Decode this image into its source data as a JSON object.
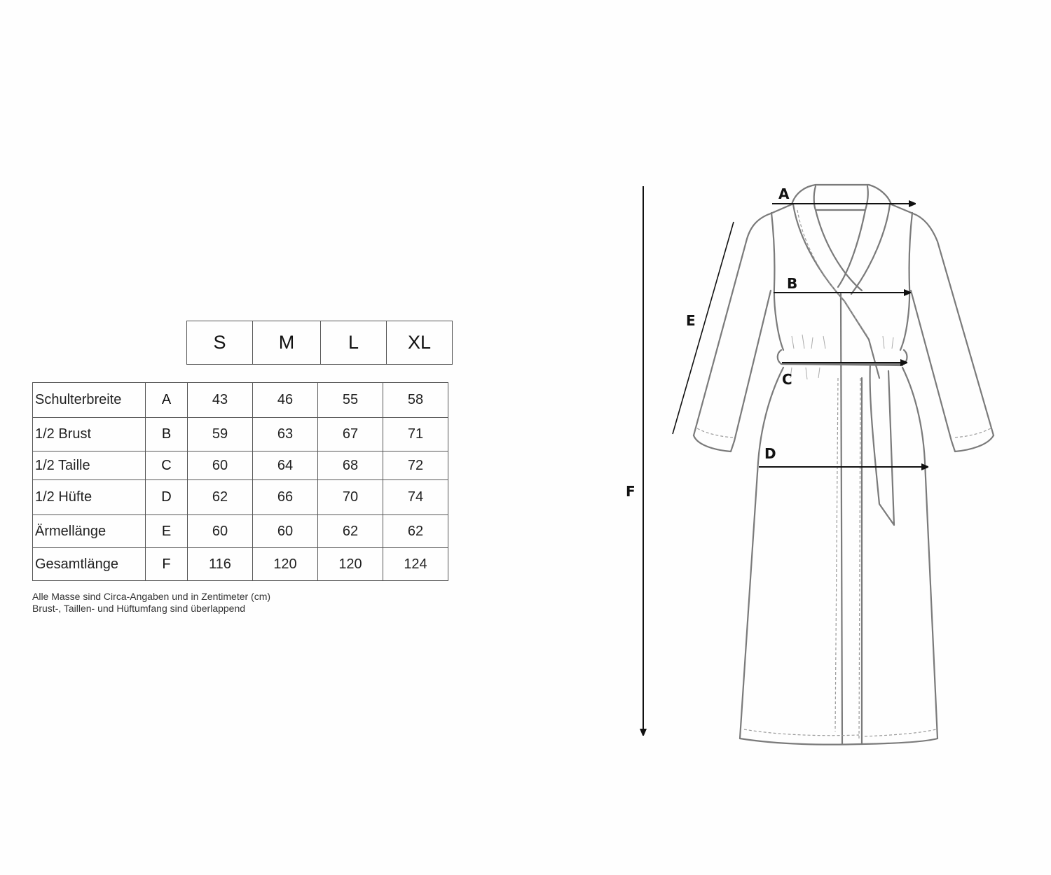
{
  "size_header": [
    "S",
    "M",
    "L",
    "XL"
  ],
  "measurements": [
    {
      "label": "Schulterbreite",
      "code": "A",
      "values": [
        "43",
        "46",
        "55",
        "58"
      ]
    },
    {
      "label": "1/2 Brust",
      "code": "B",
      "values": [
        "59",
        "63",
        "67",
        "71"
      ]
    },
    {
      "label": "1/2 Taille",
      "code": "C",
      "values": [
        "60",
        "64",
        "68",
        "72"
      ]
    },
    {
      "label": "1/2 Hüfte",
      "code": "D",
      "values": [
        "62",
        "66",
        "70",
        "74"
      ]
    },
    {
      "label": "Ärmellänge",
      "code": "E",
      "values": [
        "60",
        "60",
        "62",
        "62"
      ]
    },
    {
      "label": "Gesamtlänge",
      "code": "F",
      "values": [
        "116",
        "120",
        "120",
        "124"
      ]
    }
  ],
  "notes": [
    "Alle Masse sind Circa-Angaben und in Zentimeter (cm)",
    "Brust-, Taillen- und Hüftumfang sind überlappend"
  ],
  "diagram": {
    "subject": "bathrobe-with-belt",
    "labels": {
      "A": "A",
      "B": "B",
      "C": "C",
      "D": "D",
      "E": "E",
      "F": "F"
    },
    "line_color": "#777777",
    "arrow_color": "#111111"
  }
}
